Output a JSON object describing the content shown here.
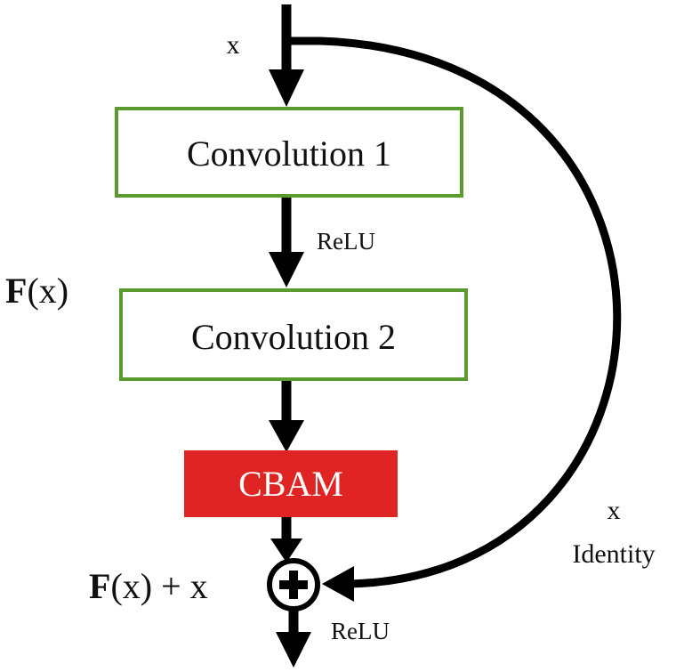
{
  "diagram": {
    "input_label": "x",
    "conv1_label": "Convolution 1",
    "relu1_label": "ReLU",
    "fx_bold": "F",
    "fx_rest": "(x)",
    "conv2_label": "Convolution 2",
    "cbam_label": "CBAM",
    "sum_bold": "F",
    "sum_rest": "(x) + x",
    "identity_x": "x",
    "identity_label": "Identity",
    "relu2_label": "ReLU",
    "plus_symbol": "+"
  },
  "colors": {
    "conv_border": "#5a9a2e",
    "cbam_fill": "#e02424",
    "cbam_text": "#ffffff",
    "arrow": "#000000"
  }
}
